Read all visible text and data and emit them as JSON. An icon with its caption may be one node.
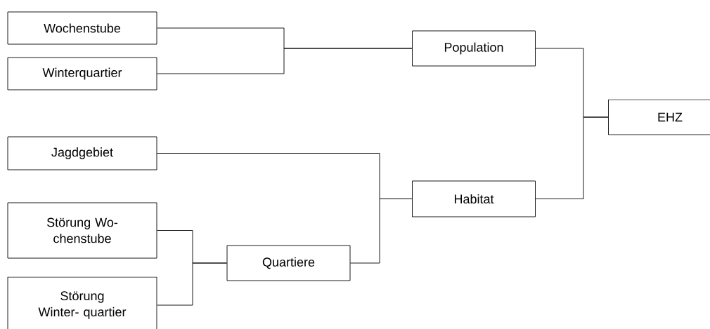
{
  "diagram": {
    "nodes": [
      {
        "text": [
          "Wochenstube"
        ]
      },
      {
        "text": [
          "Winterquartier"
        ]
      },
      {
        "text": [
          "Population"
        ]
      },
      {
        "text": [
          "EHZ"
        ]
      },
      {
        "text": [
          "Jagdgebiet"
        ]
      },
      {
        "text": [
          "Habitat"
        ]
      },
      {
        "text": [
          "Störung Wo- chenstube"
        ]
      },
      {
        "text": [
          "Quartiere"
        ]
      },
      {
        "text": [
          "Störung Winter- quartier"
        ]
      }
    ],
    "edges": [
      {
        "from": 0,
        "to": 2,
        "arrow": "none"
      },
      {
        "from": 1,
        "to": 2,
        "arrow": "none"
      },
      {
        "from": 2,
        "to": 3,
        "arrow": "none"
      },
      {
        "from": 5,
        "to": 3,
        "arrow": "none"
      },
      {
        "from": 4,
        "to": 5,
        "arrow": "none"
      },
      {
        "from": 7,
        "to": 5,
        "arrow": "none"
      },
      {
        "from": 6,
        "to": 7,
        "arrow": "none"
      },
      {
        "from": 8,
        "to": 7,
        "arrow": "none"
      }
    ]
  }
}
